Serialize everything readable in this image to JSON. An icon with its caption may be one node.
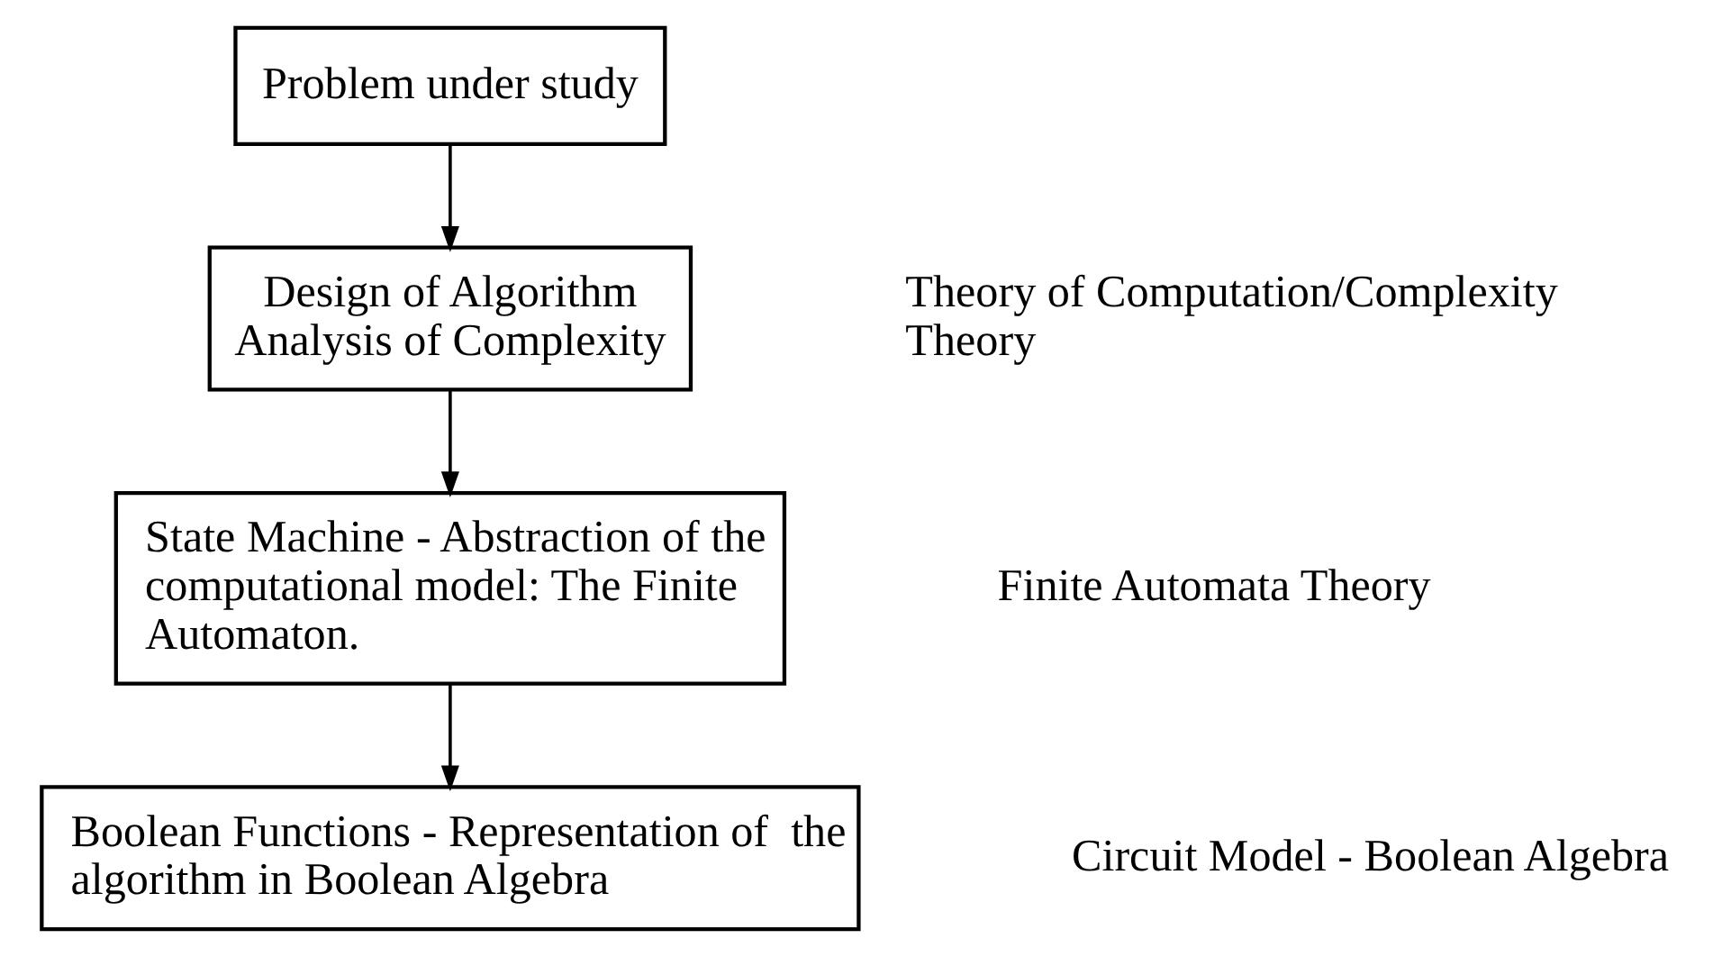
{
  "diagram": {
    "nodes": [
      {
        "text": [
          "Problem under study"
        ]
      },
      {
        "text": [
          "Design of Algorithm",
          "Analysis of Complexity"
        ]
      },
      {
        "text": [
          "State Machine - Abstraction of the computational model: The Finite Automaton."
        ]
      },
      {
        "text": [
          "Boolean Functions - Representation of  the algorithm in Boolean Algebra"
        ]
      }
    ],
    "edges": [
      {
        "from": 0,
        "to": 1,
        "arrow": "to"
      },
      {
        "from": 1,
        "to": 2,
        "arrow": "to"
      },
      {
        "from": 2,
        "to": 3,
        "arrow": "to"
      }
    ],
    "labels": [
      "Theory of Computation/Complexity Theory",
      "Finite Automata Theory",
      "Circuit Model - Boolean Algebra"
    ]
  }
}
